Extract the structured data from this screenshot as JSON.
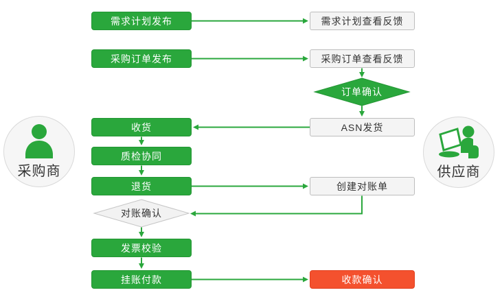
{
  "colors": {
    "green": "#2aa73c",
    "green_border": "#239633",
    "red": "#f4512e",
    "red_border": "#e2401f",
    "plain_fill": "#f4f4f4",
    "plain_border": "#bdbdbd",
    "diamond_gray_fill": "#f2f2f2",
    "diamond_gray_border": "#c5c5c5",
    "circle_fill": "#f6f6f6",
    "circle_border": "#d9d9d9",
    "text_dark": "#333333"
  },
  "actors": {
    "buyer": {
      "label": "采购商"
    },
    "supplier": {
      "label": "供应商"
    }
  },
  "nodes": {
    "demand_plan_publish": "需求计划发布",
    "demand_plan_feedback": "需求计划查看反馈",
    "po_publish": "采购订单发布",
    "po_feedback": "采购订单查看反馈",
    "order_confirm": "订单确认",
    "asn_ship": "ASN发货",
    "receive": "收货",
    "quality_check": "质检协同",
    "return_goods": "退货",
    "create_statement": "创建对账单",
    "statement_confirm": "对账确认",
    "invoice_verify": "发票校验",
    "payment": "挂账付款",
    "receipt_confirm": "收款确认"
  },
  "edges": [
    {
      "from": "demand_plan_publish",
      "to": "demand_plan_feedback"
    },
    {
      "from": "po_publish",
      "to": "po_feedback"
    },
    {
      "from": "po_feedback",
      "to": "order_confirm"
    },
    {
      "from": "order_confirm",
      "to": "asn_ship"
    },
    {
      "from": "asn_ship",
      "to": "receive"
    },
    {
      "from": "receive",
      "to": "quality_check"
    },
    {
      "from": "quality_check",
      "to": "return_goods"
    },
    {
      "from": "return_goods",
      "to": "create_statement"
    },
    {
      "from": "create_statement",
      "to": "statement_confirm"
    },
    {
      "from": "statement_confirm",
      "to": "invoice_verify"
    },
    {
      "from": "invoice_verify",
      "to": "payment"
    },
    {
      "from": "payment",
      "to": "receipt_confirm"
    }
  ]
}
